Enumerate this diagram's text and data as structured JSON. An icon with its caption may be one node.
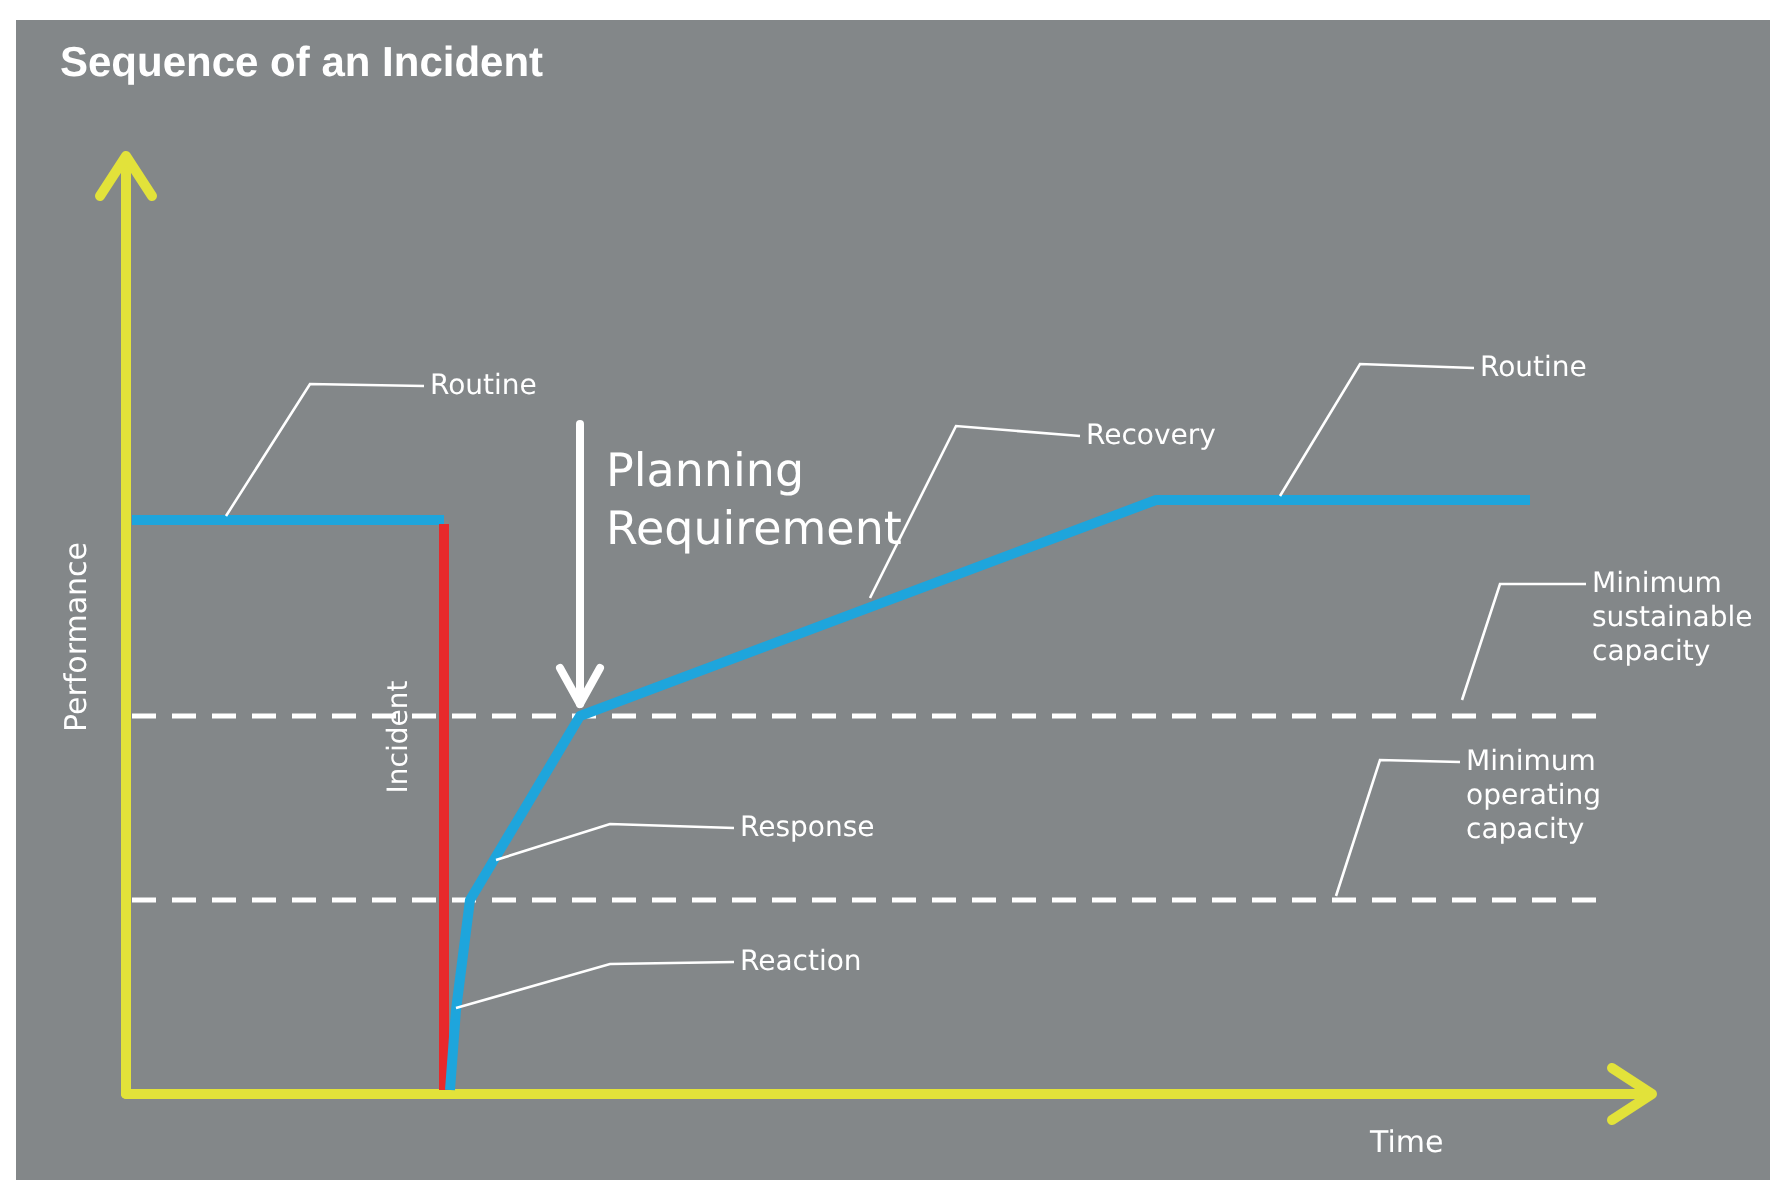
{
  "diagram": {
    "title": "Sequence of an Incident",
    "nodes": [
      {
        "text": [
          "Routine"
        ]
      },
      {
        "text": [
          "Recovery"
        ]
      },
      {
        "text": [
          "Routine"
        ]
      },
      {
        "text": [
          "Minimum sustainable capacity"
        ]
      },
      {
        "text": [
          "Minimum operating capacity"
        ]
      },
      {
        "text": [
          "Response"
        ]
      },
      {
        "text": [
          "Reaction"
        ]
      }
    ],
    "edges": [
      {
        "from": 0,
        "to": null,
        "arrow": "none"
      },
      {
        "from": 1,
        "to": null,
        "arrow": "none"
      },
      {
        "from": 2,
        "to": null,
        "arrow": "none"
      },
      {
        "from": 3,
        "to": null,
        "arrow": "none"
      },
      {
        "from": 4,
        "to": null,
        "arrow": "none"
      },
      {
        "from": 5,
        "to": null,
        "arrow": "none"
      },
      {
        "from": 6,
        "to": null,
        "arrow": "none"
      }
    ],
    "labels": [
      "Planning Requirement",
      "Incident",
      "Performance",
      "Time"
    ]
  }
}
